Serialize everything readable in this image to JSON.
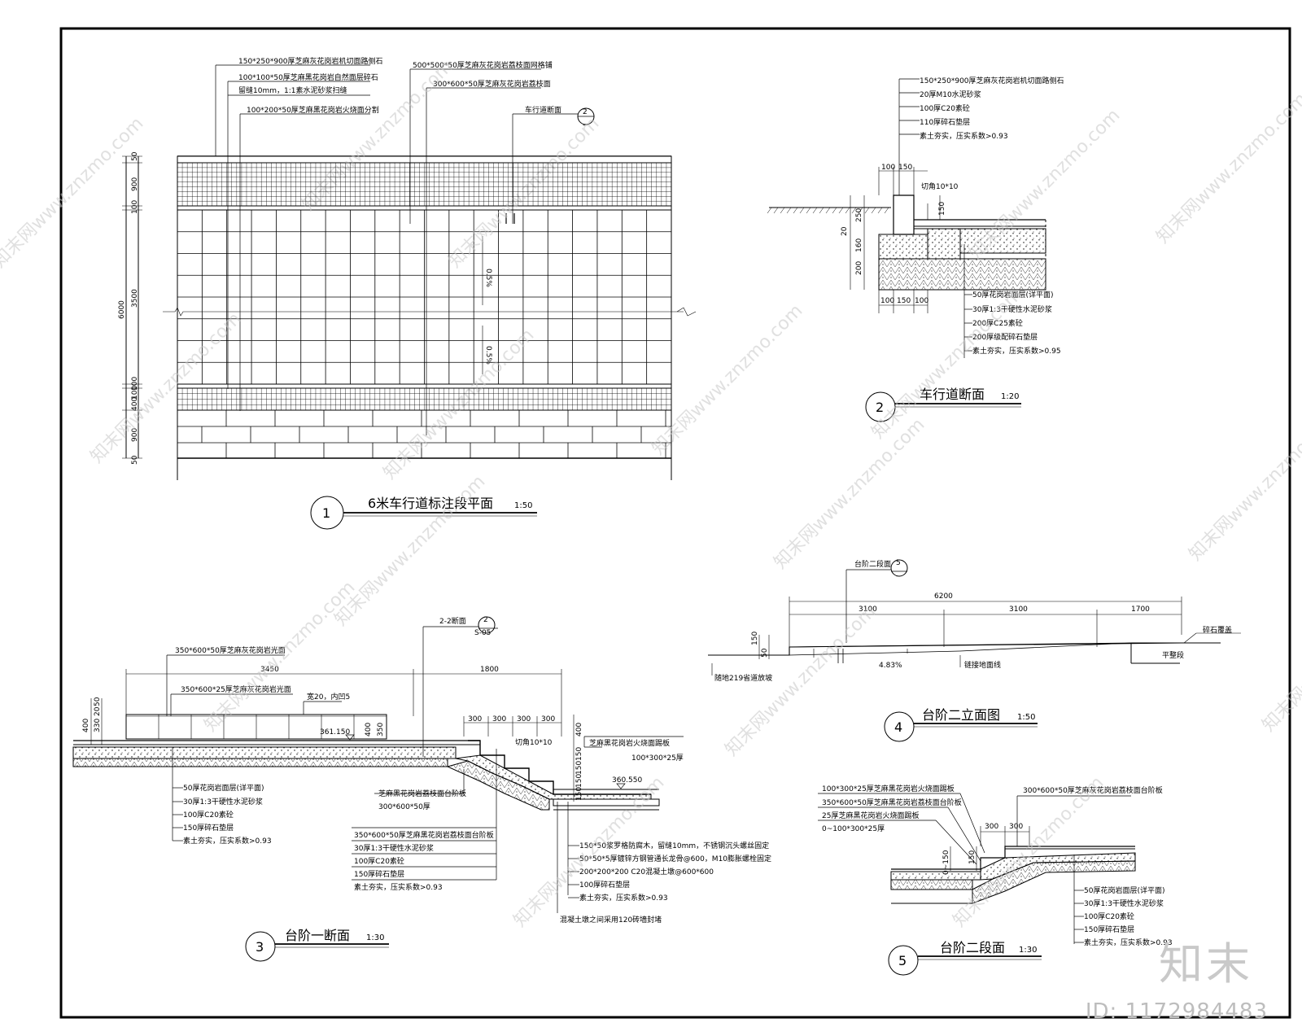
{
  "drawing_1": {
    "number": "1",
    "title": "6米车行道标注段平面",
    "scale": "1:50",
    "notes": [
      "150*250*900厚芝麻灰花岗岩机切面路侧石",
      "100*100*50厚芝麻黑花岗岩自然面层碎石",
      "留缝10mm，1:1素水泥砂浆扫缝",
      "100*200*50厚芝麻黑花岗岩火烧面分割",
      "500*500*50厚芝麻灰花岗岩荔枝面网格铺",
      "300*600*50厚芝麻灰花岗岩荔枝面",
      "车行道断面"
    ],
    "callout": {
      "num": "2",
      "sheet": "-"
    },
    "dims": [
      "50",
      "900",
      "100",
      "3500",
      "6000",
      "100",
      "100",
      "400",
      "900",
      "50"
    ],
    "slopes": [
      "0.5%",
      "0.5%"
    ]
  },
  "drawing_2": {
    "number": "2",
    "title": "车行道断面",
    "scale": "1:20",
    "notes_top": [
      "150*250*900厚芝麻灰花岗岩机切面路侧石",
      "20厚M10水泥砂浆",
      "100厚C20素砼",
      "110厚碎石垫层",
      "素土夯实，压实系数>0.93"
    ],
    "chamfer": "切角10*10",
    "notes_bottom": [
      "50厚花岗岩面层(详平面)",
      "30厚1:3干硬性水泥砂浆",
      "200厚C25素砼",
      "200厚级配碎石垫层",
      "素土夯实，压实系数>0.95"
    ],
    "dims_top": [
      "100",
      "150"
    ],
    "dims_left": [
      "250",
      "20",
      "160",
      "200"
    ],
    "dims_mid": [
      "150"
    ],
    "dims_bottom": [
      "100",
      "150",
      "100"
    ]
  },
  "drawing_3": {
    "number": "3",
    "title": "台阶一断面",
    "scale": "1:30",
    "notes_top": [
      "350*600*50厚芝麻灰花岗岩光面",
      "350*600*25厚芝麻灰花岗岩光面",
      "宽20，内凹5"
    ],
    "section_ref": {
      "label": "2-2断面",
      "num": "2",
      "sheet": "S-05"
    },
    "elevations": [
      "361.150",
      "360.550"
    ],
    "chamfer": "切角10*10",
    "dims_top": [
      "3450",
      "1800"
    ],
    "dims_steps": [
      "300",
      "300",
      "300",
      "300"
    ],
    "dims_left": [
      "400",
      "330",
      "20",
      "50"
    ],
    "dims_mid": [
      "400",
      "350"
    ],
    "dims_right": [
      "400",
      "150",
      "150",
      "150",
      "150"
    ],
    "notes_left": [
      "50厚花岗岩面层(详平面)",
      "30厚1:3干硬性水泥砂浆",
      "100厚C20素砼",
      "150厚碎石垫层",
      "素土夯实，压实系数>0.93"
    ],
    "notes_right_top": [
      "芝麻黑花岗岩火烧面踢板",
      "100*300*25厚"
    ],
    "notes_mid": [
      "芝麻黑花岗岩荔枝面台阶板",
      "300*600*50厚"
    ],
    "notes_bottom_mid": [
      "350*600*50厚芝麻黑花岗岩荔枝面台阶板",
      "30厚1:3干硬性水泥砂浆",
      "100厚C20素砼",
      "150厚碎石垫层",
      "素土夯实，压实系数>0.93"
    ],
    "notes_bottom_right": [
      "150*50浆罗格防腐木，留缝10mm，不锈钢沉头螺丝固定",
      "50*50*5厚镀锌方钢管通长龙骨@600，M10膨胀螺栓固定",
      "200*200*200 C20混凝土墩@600*600",
      "100厚碎石垫层",
      "素土夯实，压实系数>0.93"
    ],
    "note_wall": "混凝土墩之间采用120砖墙封堵"
  },
  "drawing_4": {
    "number": "4",
    "title": "台阶二立面图",
    "scale": "1:50",
    "callout": {
      "label": "台阶二段面",
      "num": "5",
      "sheet": "-"
    },
    "dims": [
      "6200",
      "3100",
      "3100",
      "1700"
    ],
    "dims_left": [
      "150",
      "50"
    ],
    "slope": "4.83%",
    "notes": [
      "随地219省道放坡",
      "链接地面线",
      "碎石覆盖",
      "平整段"
    ]
  },
  "drawing_5": {
    "number": "5",
    "title": "台阶二段面",
    "scale": "1:30",
    "notes_top": [
      "100*300*25厚芝麻黑花岗岩火烧面踢板",
      "350*600*50厚芝麻黑花岗岩荔枝面台阶板",
      "25厚芝麻黑花岗岩火烧面踢板",
      "0~100*300*25厚"
    ],
    "note_right_top": "300*600*50厚芝麻灰花岗岩荔枝面台阶板",
    "dims": [
      "300",
      "300"
    ],
    "dims_left": [
      "0~150",
      "150"
    ],
    "notes_bottom": [
      "50厚花岗岩面层(详平面)",
      "30厚1:3干硬性水泥砂浆",
      "100厚C20素砼",
      "150厚碎石垫层",
      "素土夯实，压实系数>0.93"
    ]
  },
  "watermark": {
    "text": "知末网www.znzmo.com",
    "brand": "知末",
    "id": "ID: 1172984483"
  }
}
